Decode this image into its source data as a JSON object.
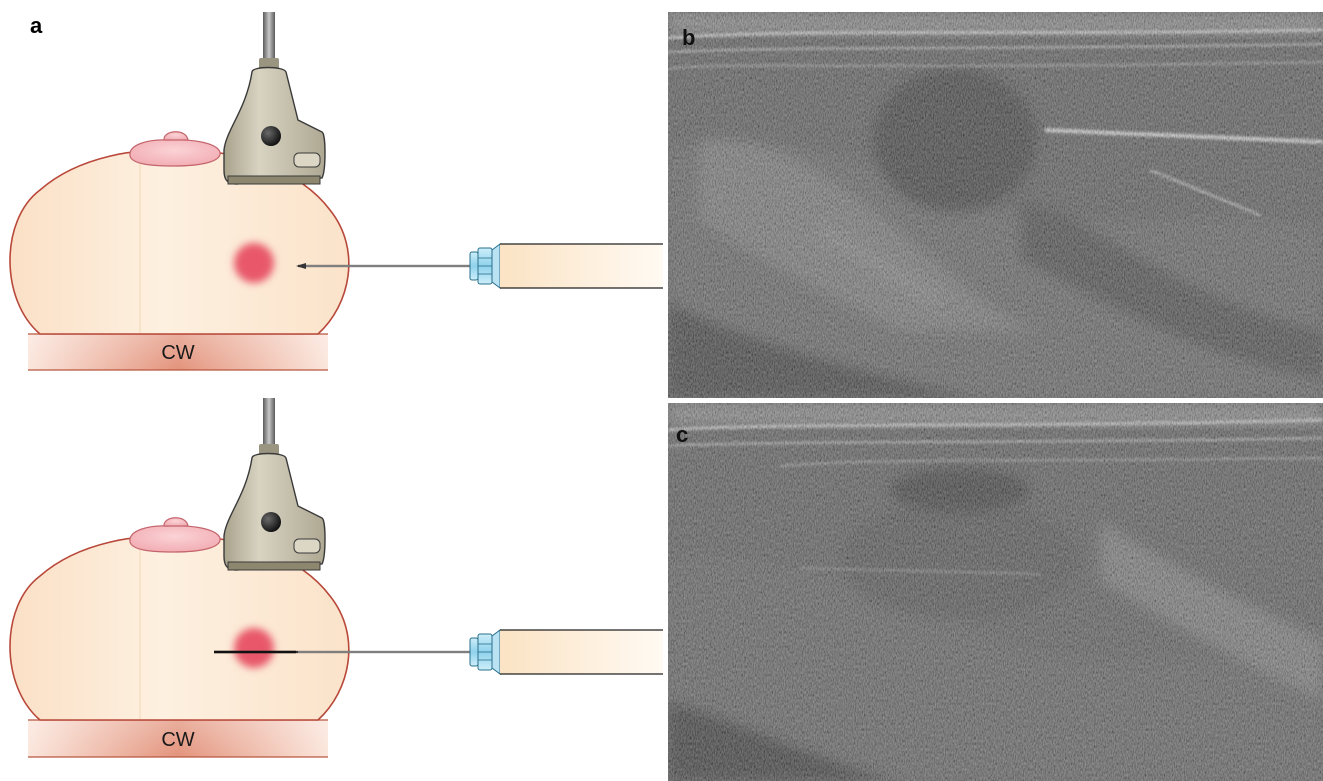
{
  "figure": {
    "panels": [
      {
        "id": "a",
        "label": "a",
        "kind": "schematic"
      },
      {
        "id": "b",
        "label": "b",
        "kind": "ultrasound"
      },
      {
        "id": "c",
        "label": "c",
        "kind": "ultrasound"
      }
    ],
    "schematics": [
      {
        "chest_wall_label": "CW",
        "needle_position": "approaching-lesion"
      },
      {
        "chest_wall_label": "CW",
        "needle_position": "through-lesion"
      }
    ]
  },
  "colors": {
    "breast_fill": "#fdebd6",
    "breast_outline": "#b84a3a",
    "lesion": "#e8586a",
    "nipple": "#f5b6bc",
    "chest_wall": "#dd8a74",
    "probe": "#c9c4b0",
    "hub": "#9fd8ef",
    "syringe": "#fdf0de"
  }
}
